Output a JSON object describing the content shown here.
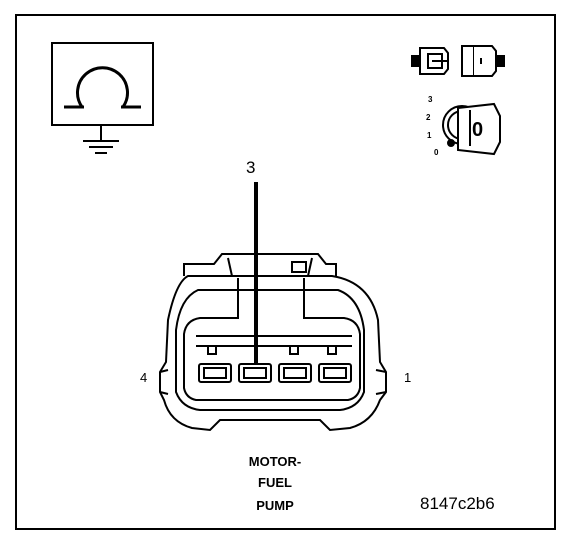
{
  "callout_number": "3",
  "pin_left_label": "4",
  "pin_right_label": "1",
  "caption": {
    "line1": "MOTOR-",
    "line2": "FUEL",
    "line3": "PUMP"
  },
  "reference_code": "8147c2b6",
  "ignition_switch": {
    "positions": [
      "3",
      "2",
      "1",
      "0"
    ],
    "key_label": "0"
  },
  "icons": [
    "ohmmeter-ground-icon",
    "disconnect-connector-icon",
    "ignition-key-icon"
  ],
  "colors": {
    "line": "#000000",
    "background": "#ffffff"
  }
}
